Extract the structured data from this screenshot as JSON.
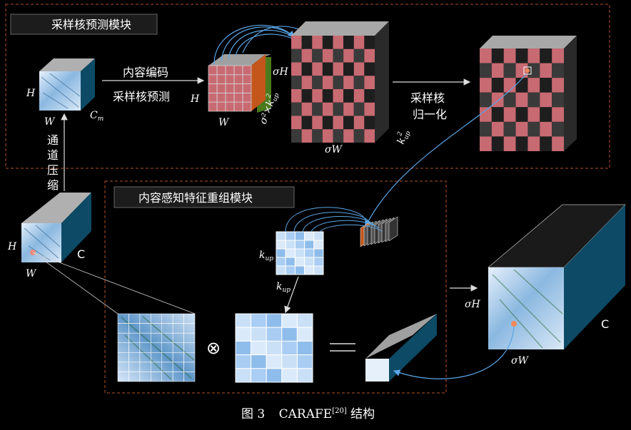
{
  "sections": {
    "kernel_prediction_title": "采样核预测模块",
    "reassembly_title": "内容感知特征重组模块"
  },
  "labels": {
    "content_encoding": "内容编码",
    "kernel_prediction": "采样核预测",
    "kernel_norm_line1": "采样核",
    "kernel_norm_line2": "归一化",
    "channel_compress": [
      "通",
      "道",
      "压",
      "缩"
    ],
    "H": "H",
    "W": "W",
    "Cm": "C",
    "Cm_sub": "m",
    "C": "C",
    "sigmaH": "σH",
    "sigmaW": "σW",
    "sigma_k": "σ²×k",
    "sigma_k_sub": "up",
    "sigma_k_sup": "2",
    "kup": "k",
    "kup_sub": "up",
    "kup2_sup": "2",
    "otimes": "⊗",
    "equals": "="
  },
  "caption": {
    "prefix": "图 3",
    "name": "CARAFE",
    "ref": "[20]",
    "suffix": " 结构"
  },
  "colors": {
    "dash_border": "#b3502a",
    "title_box_bg": "#1c1c1c",
    "arrow_blue": "#5aa6e6",
    "cube_top": "#9a9a9a",
    "cube_side": "#0d4a66",
    "checker_red": "#c86a72",
    "checker_green": "#4a7a1e",
    "checker_gray": "#3a3a3a",
    "checker_dark": "#1e1e1e",
    "kernel_blue": "#a9cdf3",
    "feature_blue": "#c7dcf2"
  }
}
